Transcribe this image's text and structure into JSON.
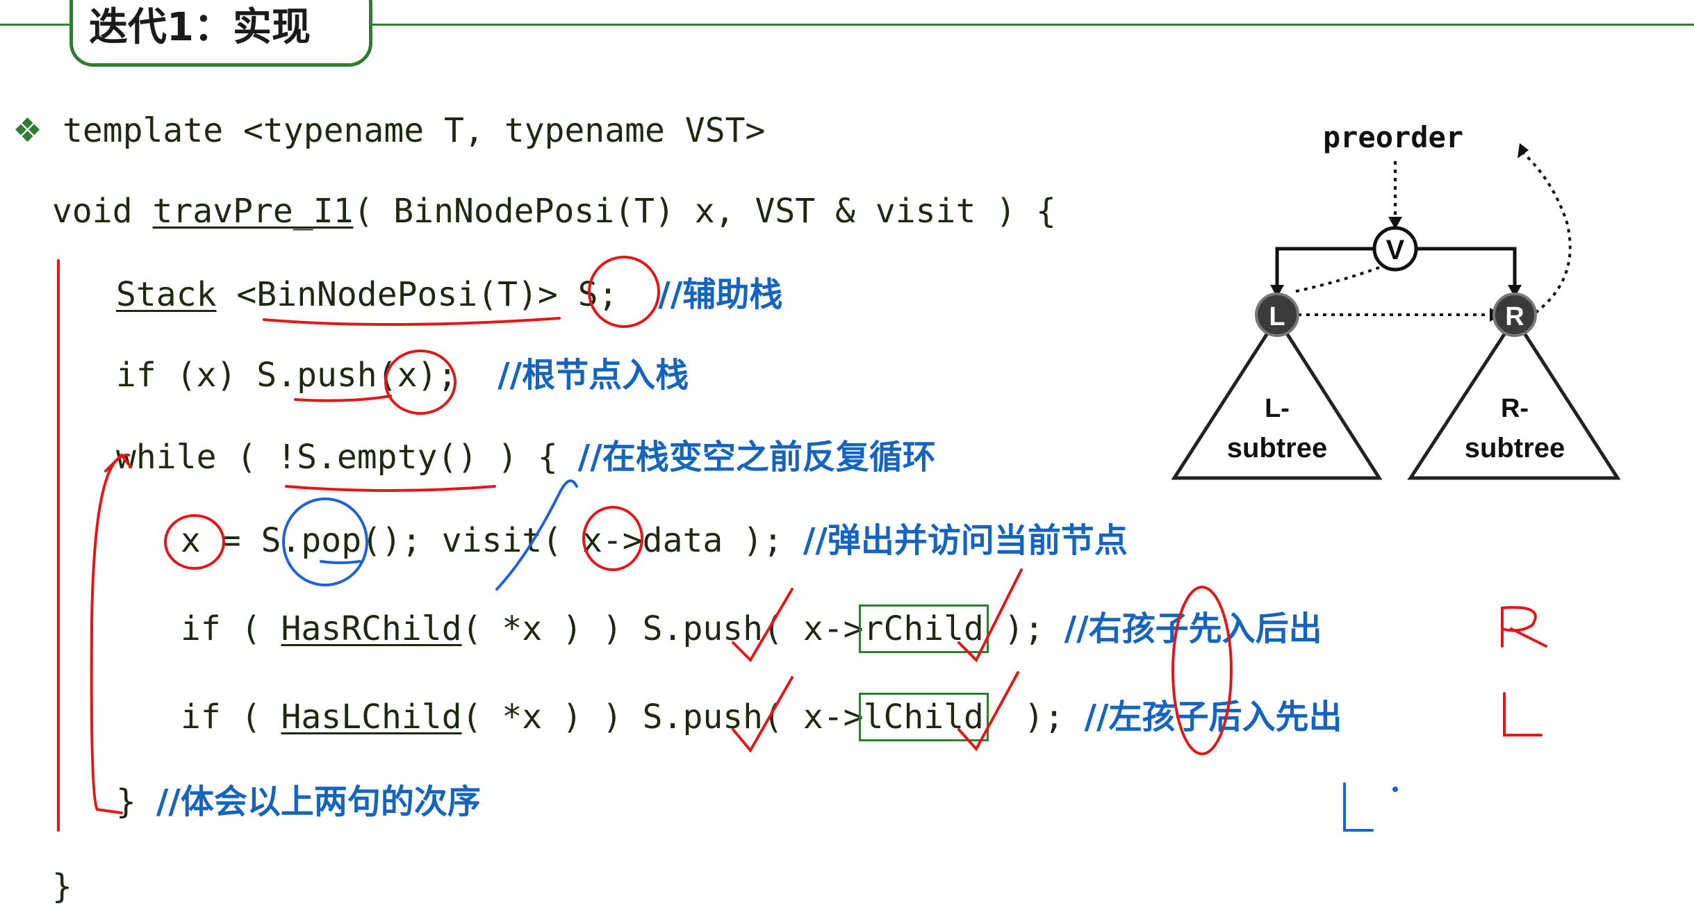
{
  "title": "迭代1：实现",
  "bullet": "❖",
  "code": {
    "line1": "template <typename T, typename VST>",
    "line2_a": "void ",
    "line2_fn": "travPre_I1",
    "line2_b": "( BinNodePosi(T) x, VST & visit ) {",
    "line3_type": "Stack",
    "line3_b": " <BinNodePosi(T)> S;",
    "line3_cmt": "//辅助栈",
    "line4_a": "if (x) S.push(x);",
    "line4_cmt": "//根节点入栈",
    "line5_a": "while ( !S.empty() ) {",
    "line5_cmt": "//在栈变空之前反复循环",
    "line6_a": "x = S.pop(); visit( x->data );",
    "line6_cmt": "//弹出并访问当前节点",
    "line7_a": "if ( ",
    "line7_fn": "HasRChild",
    "line7_b": "( *x ) ) S.push( x->",
    "line7_box": "rChild",
    "line7_c": " );",
    "line7_cmt": "//右孩子先入后出",
    "line8_a": "if ( ",
    "line8_fn": "HasLChild",
    "line8_b": "( *x ) ) S.push( x->",
    "line8_box": "lChild",
    "line8_c": "  );",
    "line8_cmt": "//左孩子后入先出",
    "line9_a": "}",
    "line9_cmt": "//体会以上两句的次序",
    "line10": "}"
  },
  "diagram": {
    "label_top": "preorder",
    "node_v": "V",
    "node_l": "L",
    "node_r": "R",
    "left_tree_line1": "L-",
    "left_tree_line2": "subtree",
    "right_tree_line1": "R-",
    "right_tree_line2": "subtree"
  },
  "annotations": {
    "hand_r": "R",
    "hand_l_red": "L",
    "hand_l_blue": "L"
  },
  "colors": {
    "accent_green": "#2e7d32",
    "comment_blue": "#1565c0",
    "ink_red": "#e01818",
    "ink_blue": "#1e63d6"
  }
}
